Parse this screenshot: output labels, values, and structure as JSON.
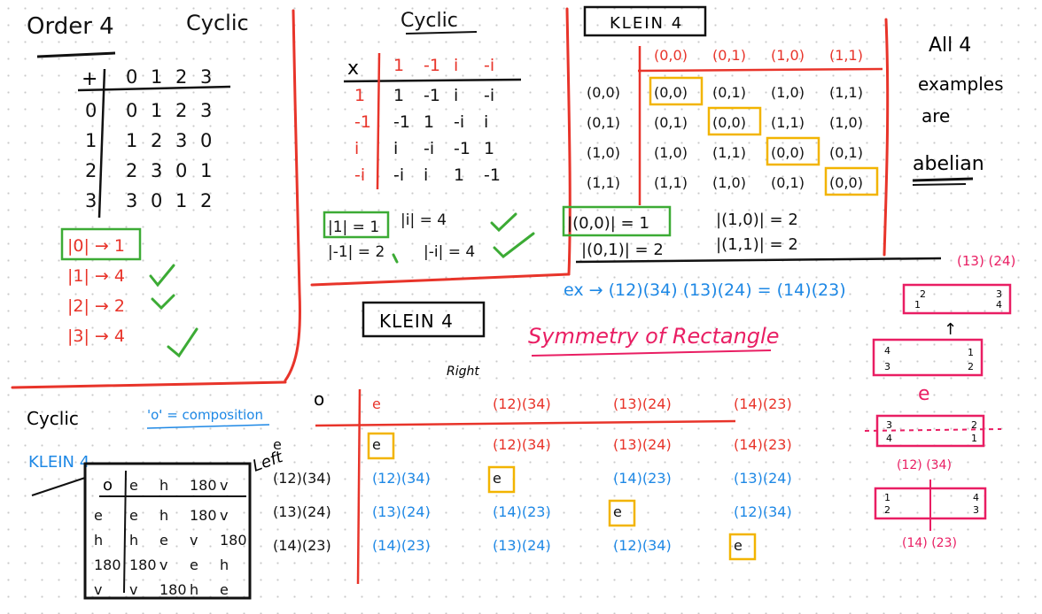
{
  "colors": {
    "ink": "#111111",
    "red": "#e8342a",
    "green": "#3cab35",
    "blue": "#1e88e5",
    "pink": "#e91e63",
    "orange": "#f2b400"
  },
  "order4": {
    "title": "Order 4",
    "subtitle": "Cyclic",
    "op": "+",
    "header": [
      "0",
      "1",
      "2",
      "3"
    ],
    "rows": [
      [
        "0",
        "0",
        "1",
        "2",
        "3"
      ],
      [
        "1",
        "1",
        "2",
        "3",
        "0"
      ],
      [
        "2",
        "2",
        "3",
        "0",
        "1"
      ],
      [
        "3",
        "3",
        "0",
        "1",
        "2"
      ]
    ],
    "orders": [
      "|0| → 1",
      "|1| → 4",
      "|2| → 2",
      "|3| → 4"
    ]
  },
  "cyclic_complex": {
    "title": "Cyclic",
    "op": "x",
    "header": [
      "1",
      "-1",
      "i",
      "-i"
    ],
    "rows": [
      [
        "1",
        "1",
        "-1",
        "i",
        "-i"
      ],
      [
        "-1",
        "-1",
        "1",
        "-i",
        "i"
      ],
      [
        "i",
        "i",
        "-i",
        "-1",
        "1"
      ],
      [
        "-i",
        "-i",
        "i",
        "1",
        "-1"
      ]
    ],
    "orders": [
      "|1| = 1",
      "|i| = 4",
      "|-1| = 2",
      "|-i| = 4"
    ]
  },
  "klein_pairs": {
    "title": "KLEIN 4",
    "header": [
      "(0,0)",
      "(0,1)",
      "(1,0)",
      "(1,1)"
    ],
    "rows": [
      [
        "(0,0)",
        "(0,0)",
        "(0,1)",
        "(1,0)",
        "(1,1)"
      ],
      [
        "(0,1)",
        "(0,1)",
        "(0,0)",
        "(1,1)",
        "(1,0)"
      ],
      [
        "(1,0)",
        "(1,0)",
        "(1,1)",
        "(0,0)",
        "(0,1)"
      ],
      [
        "(1,1)",
        "(1,1)",
        "(1,0)",
        "(0,1)",
        "(0,0)"
      ]
    ],
    "orders": [
      "|(0,0)| = 1",
      "|(1,0)| = 2",
      "|(0,1)| = 2",
      "|(1,1)| = 2"
    ]
  },
  "note": {
    "line1": "All 4",
    "line2": "examples",
    "line3": "are",
    "line4": "abelian"
  },
  "klein_perm": {
    "title": "KLEIN 4",
    "symmetry": "Symmetry of Rectangle",
    "composition_note": "'o' = composition",
    "right_label": "Right",
    "left_label": "Left",
    "op": "o",
    "header": [
      "e",
      "(12)(34)",
      "(13)(24)",
      "(14)(23)"
    ],
    "rows": [
      [
        "e",
        "e",
        "(12)(34)",
        "(13)(24)",
        "(14)(23)"
      ],
      [
        "(12)(34)",
        "(12)(34)",
        "e",
        "(14)(23)",
        "(13)(24)"
      ],
      [
        "(13)(24)",
        "(13)(24)",
        "(14)(23)",
        "e",
        "(12)(34)"
      ],
      [
        "(14)(23)",
        "(14)(23)",
        "(13)(24)",
        "(12)(34)",
        "e"
      ]
    ],
    "example": "ex → (12)(34) (13)(24) = (14)(23)"
  },
  "klein_rotation": {
    "title1": "Cyclic",
    "title2": "KLEIN 4",
    "op": "o",
    "header": [
      "e",
      "h",
      "180",
      "v"
    ],
    "rows": [
      [
        "e",
        "e",
        "h",
        "180",
        "v"
      ],
      [
        "h",
        "h",
        "e",
        "v",
        "180"
      ],
      [
        "180",
        "180",
        "v",
        "e",
        "h"
      ],
      [
        "v",
        "v",
        "180",
        "h",
        "e"
      ]
    ]
  },
  "rectangles": {
    "top_label": "(13) (24)",
    "mid_label": "e",
    "lower_label": "(12) (34)",
    "bottom_label": "(14) (23)",
    "top_corners": [
      "1",
      "2",
      "3",
      "4"
    ],
    "mid_corners": [
      "4",
      "3",
      "1",
      "2"
    ],
    "lower_corners": [
      "3",
      "4",
      "2",
      "1"
    ],
    "bottom_corners": [
      "1",
      "2",
      "4",
      "3"
    ],
    "arrow": "↑"
  }
}
